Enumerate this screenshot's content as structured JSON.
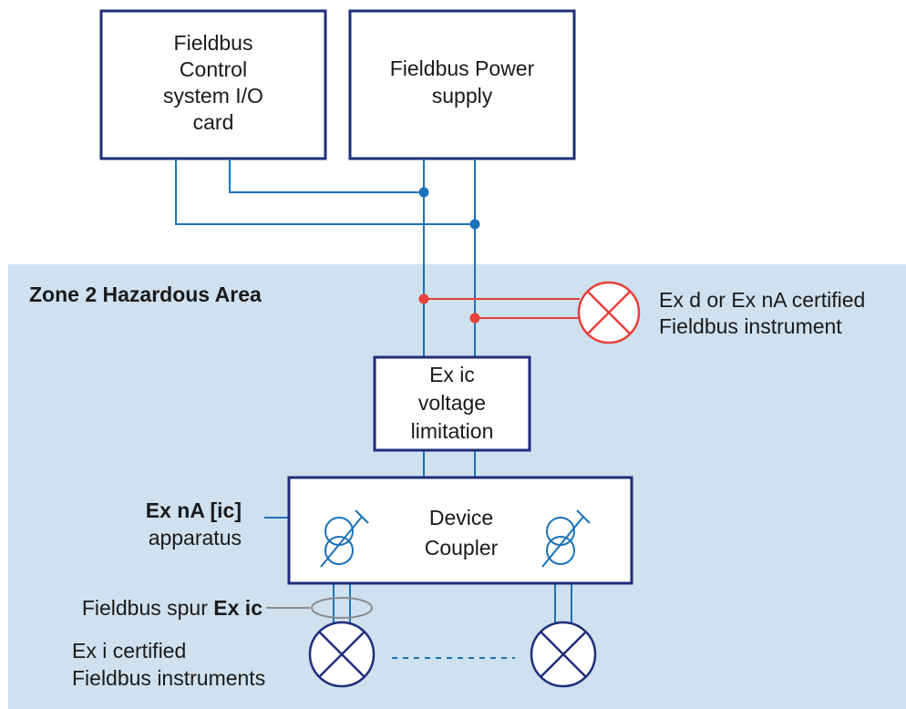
{
  "zone": {
    "label": "Zone 2 Hazardous Area",
    "fill": "#cfe0ee"
  },
  "colors": {
    "box_stroke": "#1f2d7a",
    "wire": "#1a72bb",
    "hazard": "#e8403b"
  },
  "boxes": {
    "control_card": {
      "lines": [
        "Fieldbus",
        "Control",
        "system I/O",
        "card"
      ]
    },
    "power_supply": {
      "lines": [
        "Fieldbus Power",
        "supply"
      ]
    },
    "voltage_limitation": {
      "lines": [
        "Ex ic",
        "voltage",
        "limitation"
      ]
    },
    "device_coupler": {
      "lines": [
        "Device",
        "Coupler"
      ]
    }
  },
  "labels": {
    "certified_instrument": {
      "lines": [
        "Ex d or Ex nA certified",
        "Fieldbus instrument"
      ]
    },
    "apparatus": {
      "bold": "Ex nA [ic]",
      "normal": "apparatus"
    },
    "spur": {
      "normal": "Fieldbus spur ",
      "bold": "Ex ic"
    },
    "ex_i_instruments": {
      "lines": [
        "Ex i certified",
        "Fieldbus instruments"
      ]
    }
  },
  "icons": [
    "instrument-icon",
    "transformer-icon"
  ]
}
